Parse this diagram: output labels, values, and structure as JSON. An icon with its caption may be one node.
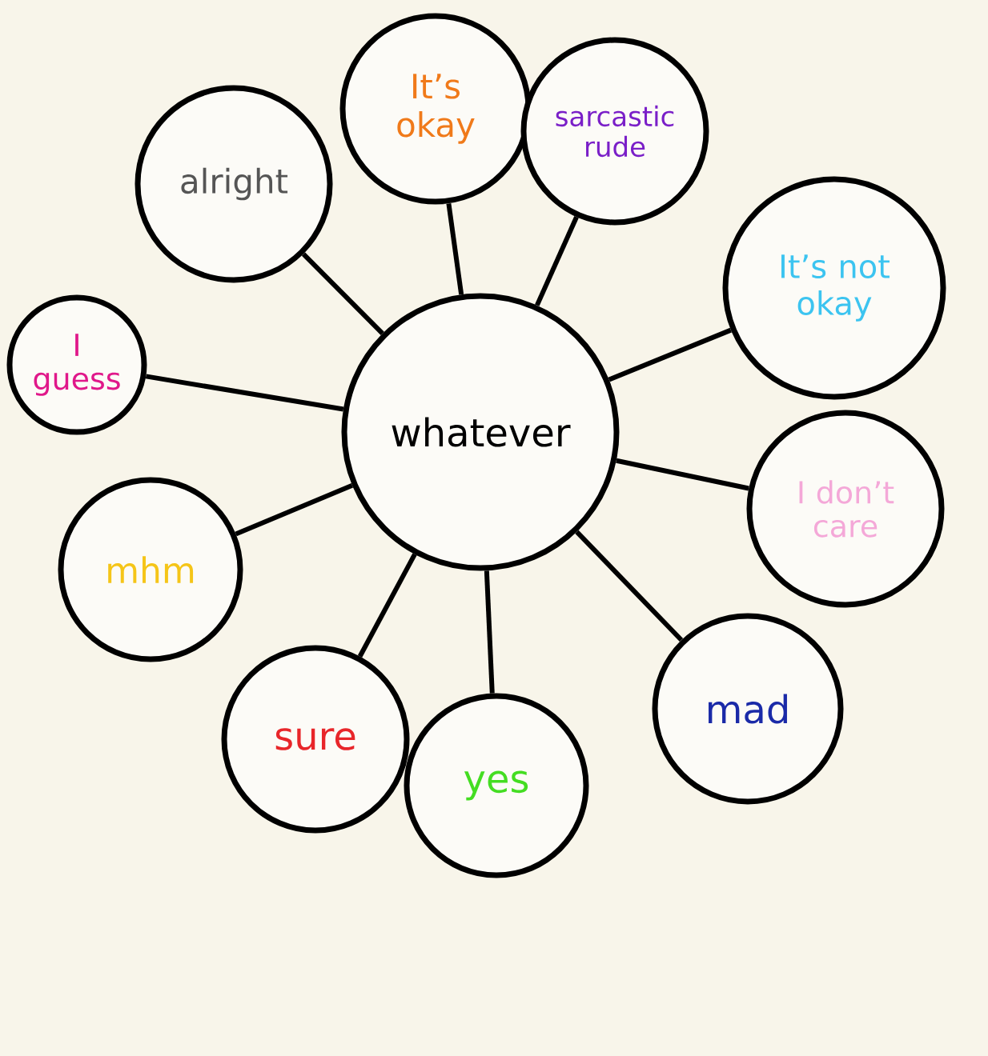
{
  "diagram": {
    "nodes": [
      {
        "text": [
          "whatever"
        ]
      },
      {
        "text": [
          "It’s okay"
        ]
      },
      {
        "text": [
          "sarcastic rude"
        ]
      },
      {
        "text": [
          "It’s not okay"
        ]
      },
      {
        "text": [
          "I don’t care"
        ]
      },
      {
        "text": [
          "mad"
        ]
      },
      {
        "text": [
          "yes"
        ]
      },
      {
        "text": [
          "sure"
        ]
      },
      {
        "text": [
          "mhm"
        ]
      },
      {
        "text": [
          "I guess"
        ]
      },
      {
        "text": [
          "alright"
        ]
      }
    ],
    "edges": [
      {
        "from": 0,
        "to": 1,
        "arrow": "none"
      },
      {
        "from": 0,
        "to": 2,
        "arrow": "none"
      },
      {
        "from": 0,
        "to": 3,
        "arrow": "none"
      },
      {
        "from": 0,
        "to": 4,
        "arrow": "none"
      },
      {
        "from": 0,
        "to": 5,
        "arrow": "none"
      },
      {
        "from": 0,
        "to": 6,
        "arrow": "none"
      },
      {
        "from": 0,
        "to": 7,
        "arrow": "none"
      },
      {
        "from": 0,
        "to": 8,
        "arrow": "none"
      },
      {
        "from": 0,
        "to": 9,
        "arrow": "none"
      },
      {
        "from": 0,
        "to": 10,
        "arrow": "none"
      }
    ]
  }
}
